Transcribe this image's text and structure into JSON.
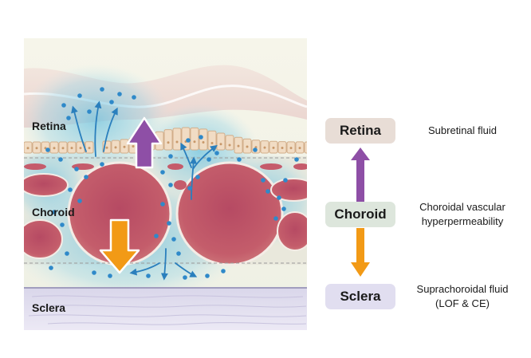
{
  "illustration": {
    "labels": {
      "retina": "Retina",
      "choroid": "Choroid",
      "sclera": "Sclera"
    }
  },
  "schema": {
    "nodes": [
      {
        "label": "Retina",
        "description": "Subretinal fluid",
        "color": "#e8ddd6"
      },
      {
        "label": "Choroid",
        "description": "Choroidal vascular\nhyperpermeability",
        "color": "#dde6dc"
      },
      {
        "label": "Sclera",
        "description": "Suprachoroidal fluid\n(LOF & CE)",
        "color": "#e1def0"
      }
    ],
    "arrows": [
      {
        "from": "Choroid",
        "to": "Retina",
        "color": "#8e4fa6"
      },
      {
        "from": "Choroid",
        "to": "Sclera",
        "color": "#f29a16"
      }
    ]
  },
  "colors": {
    "retina_arrow": "#8e4fa6",
    "sclera_arrow": "#f29a16",
    "fluid_dots": "#2f89c9",
    "vessel": "#c04a5e",
    "fluid_haze": "#6fc3e0"
  }
}
